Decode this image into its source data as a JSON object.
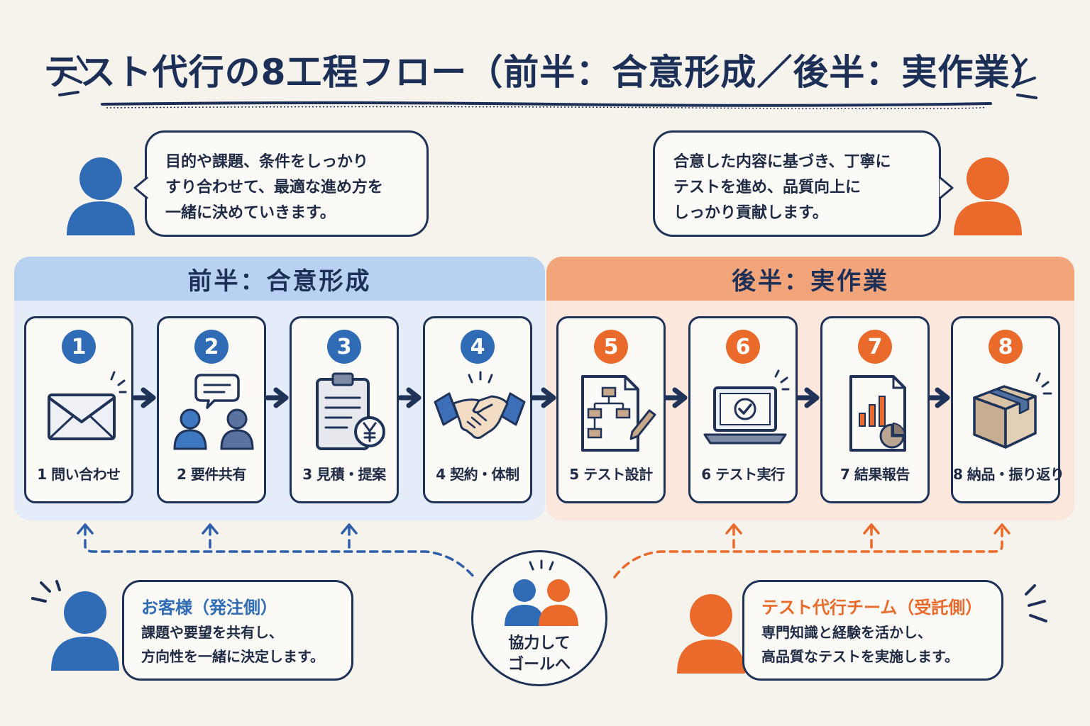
{
  "title": "テスト代行の8工程フロー（前半：合意形成／後半：実作業）",
  "speech_left": [
    "目的や課題、条件をしっかり",
    "すり合わせて、最適な進め方を",
    "一緒に決めていきます。"
  ],
  "speech_right": [
    "合意した内容に基づき、丁寧に",
    "テストを進め、品質向上に",
    "しっかり貢献します。"
  ],
  "phases": [
    {
      "label": "前半：合意形成",
      "color": "#b9d1f0"
    },
    {
      "label": "後半：実作業",
      "color": "#f2a57a"
    }
  ],
  "colors": {
    "navy": "#1f3258",
    "blue_accent": "#2f6cb5",
    "orange_accent": "#ea6a2b",
    "blue_panel_body": "#e3ecf8",
    "orange_panel_body": "#fbe7db"
  },
  "steps": [
    {
      "num": "1",
      "label": "1 問い合わせ",
      "icon": "envelope-icon"
    },
    {
      "num": "2",
      "label": "2 要件共有",
      "icon": "discussion-icon"
    },
    {
      "num": "3",
      "label": "3 見積・提案",
      "icon": "clipboard-yen-icon"
    },
    {
      "num": "4",
      "label": "4 契約・体制",
      "icon": "handshake-icon"
    },
    {
      "num": "5",
      "label": "5 テスト設計",
      "icon": "flowchart-document-icon"
    },
    {
      "num": "6",
      "label": "6 テスト実行",
      "icon": "laptop-check-icon"
    },
    {
      "num": "7",
      "label": "7 結果報告",
      "icon": "report-chart-icon"
    },
    {
      "num": "8",
      "label": "8 納品・振り返り",
      "icon": "package-box-icon"
    }
  ],
  "client": {
    "title": "お客様（発注側）",
    "lines": [
      "課題や要望を共有し、",
      "方向性を一緒に決定します。"
    ]
  },
  "team": {
    "title": "テスト代行チーム（受託側）",
    "lines": [
      "専門知識と経験を活かし、",
      "高品質なテストを実施します。"
    ]
  },
  "collab": [
    "協力して",
    "ゴールへ"
  ]
}
